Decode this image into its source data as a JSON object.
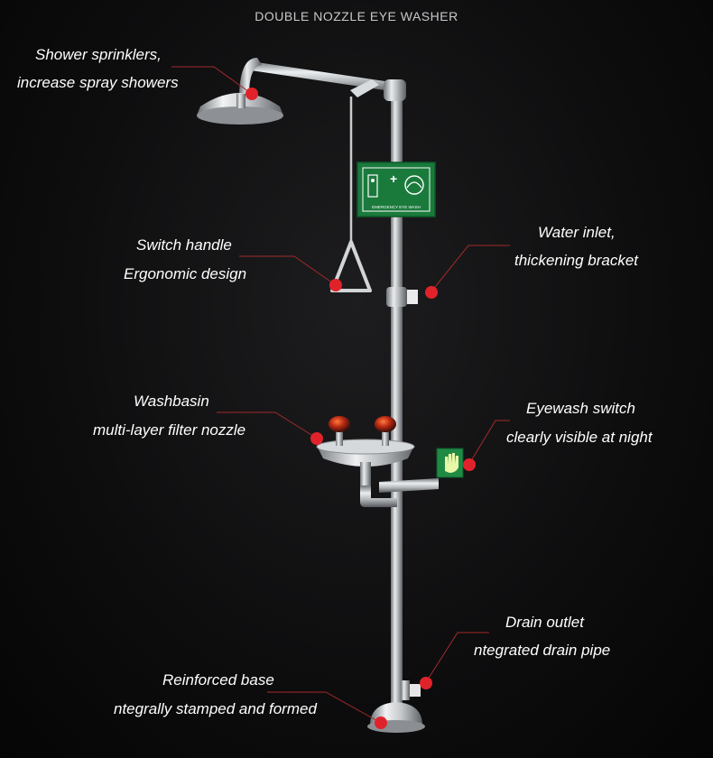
{
  "header": {
    "title": "DOUBLE NOZZLE EYE WASHER"
  },
  "callouts": [
    {
      "id": "shower",
      "line1": "Shower sprinklers,",
      "line2": "increase spray showers"
    },
    {
      "id": "handle",
      "line1": "Switch handle",
      "line2": "Ergonomic design"
    },
    {
      "id": "inlet",
      "line1": "Water inlet,",
      "line2": "thickening bracket"
    },
    {
      "id": "basin",
      "line1": "Washbasin",
      "line2": "multi-layer filter nozzle"
    },
    {
      "id": "eyeswitch",
      "line1": "Eyewash switch",
      "line2": "clearly visible at night"
    },
    {
      "id": "drain",
      "line1": "Drain outlet",
      "line2": "ntegrated drain pipe"
    },
    {
      "id": "base",
      "line1": "Reinforced base",
      "line2": "ntegrally stamped and formed"
    }
  ],
  "sign": {
    "text": "EMERGENCY EYE WASH",
    "color": "#1a7a3c"
  },
  "colors": {
    "marker": "#e0232b",
    "leader": "#a32a2a",
    "steel": "#b9bcc0"
  }
}
